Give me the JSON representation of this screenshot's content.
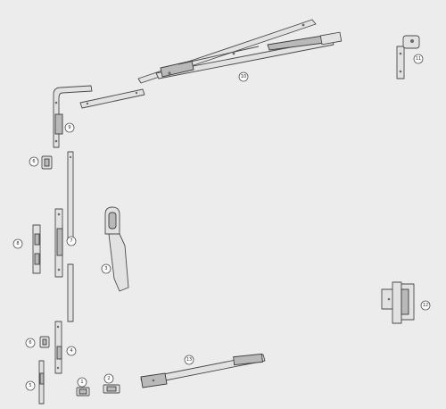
{
  "callouts": [
    {
      "id": "c1",
      "label": "1"
    },
    {
      "id": "c2",
      "label": "2"
    },
    {
      "id": "c3",
      "label": "3"
    },
    {
      "id": "c4",
      "label": "4"
    },
    {
      "id": "c5",
      "label": "5"
    },
    {
      "id": "c6a",
      "label": "6"
    },
    {
      "id": "c6b",
      "label": "6"
    },
    {
      "id": "c7",
      "label": "7"
    },
    {
      "id": "c8",
      "label": "8"
    },
    {
      "id": "c9",
      "label": "9"
    },
    {
      "id": "c10",
      "label": "10"
    },
    {
      "id": "c11",
      "label": "11"
    },
    {
      "id": "c12",
      "label": "12"
    },
    {
      "id": "c13",
      "label": "13"
    }
  ]
}
